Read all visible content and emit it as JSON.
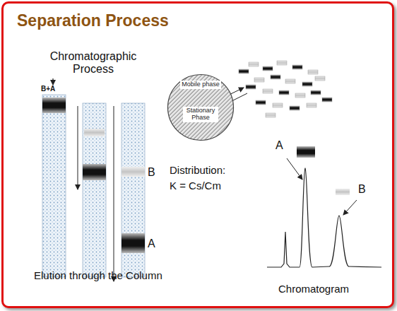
{
  "diagram": {
    "title": "Separation Process",
    "nodes": [
      {
        "text": [
          "Mobile phase",
          "Stationary Phase"
        ]
      }
    ],
    "edges": [],
    "labels": [
      "Chromatographic Process",
      "B+A",
      "B",
      "A",
      "Elution through the Column",
      "Distribution:",
      "K = Cs/Cm",
      "A",
      "B",
      "Chromatogram"
    ]
  }
}
